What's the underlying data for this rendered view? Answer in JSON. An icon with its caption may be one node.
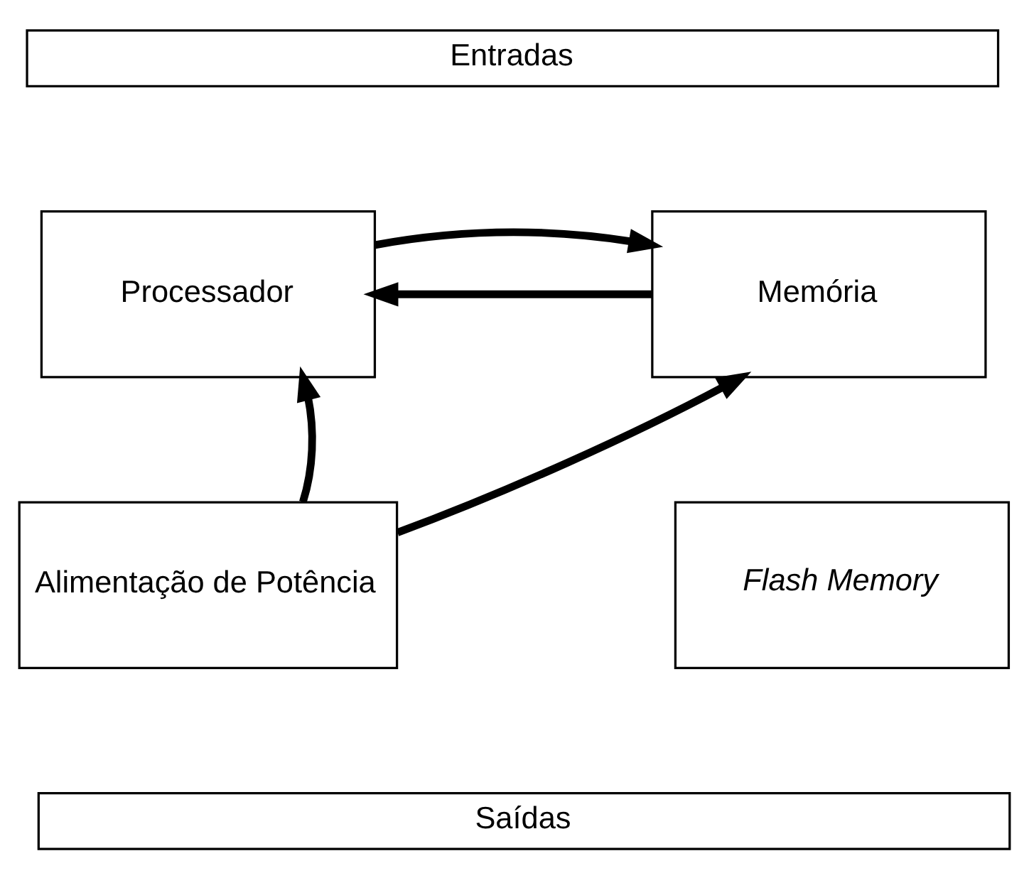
{
  "diagram": {
    "nodes": [
      {
        "text": [
          "Entradas"
        ]
      },
      {
        "text": [
          "Processador"
        ]
      },
      {
        "text": [
          "Memória"
        ]
      },
      {
        "text": [
          "Alimentação de Potência"
        ]
      },
      {
        "text": [
          "Flash Memory"
        ]
      },
      {
        "text": [
          "Saídas"
        ]
      }
    ],
    "edges": [
      {
        "from": 2,
        "to": 1,
        "arrow": "to"
      },
      {
        "from": 1,
        "to": 2,
        "arrow": "to"
      },
      {
        "from": 3,
        "to": 1,
        "arrow": "to"
      },
      {
        "from": 3,
        "to": 2,
        "arrow": "to"
      }
    ]
  }
}
